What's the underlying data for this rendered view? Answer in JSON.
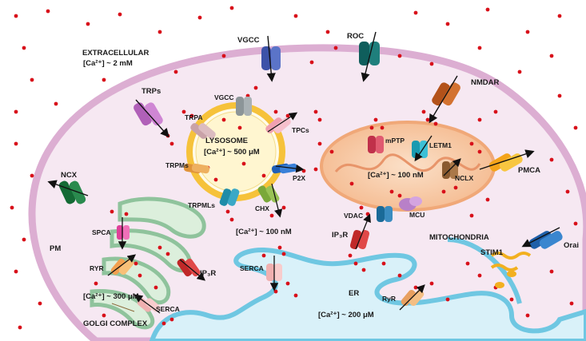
{
  "regions": {
    "extracellular_title": "EXTRACELLULAR",
    "extracellular_conc": "[Ca²⁺] ~ 2 mM",
    "pm": "PM",
    "lysosome_title": "LYSOSOME",
    "lysosome_conc": "[Ca²⁺] ~ 500 μM",
    "mito_conc": "[Ca²⁺] ~ 100 nM",
    "cyto_conc": "[Ca²⁺] ~ 100 nM",
    "mitochondria": "MITOCHONDRIA",
    "er": "ER",
    "er_conc": "[Ca²⁺] ~ 200 μM",
    "golgi_conc": "[Ca²⁺] ~ 300 μM",
    "golgi": "GOLGI COMPLEX"
  },
  "channels": {
    "vgcc_pm": "VGCC",
    "roc": "ROC",
    "nmdar": "NMDAR",
    "trps": "TRPs",
    "ncx": "NCX",
    "pmca": "PMCA",
    "orai": "Orai",
    "stim1": "STIM1",
    "vgcc_lyso": "VGCC",
    "trpa": "TRPA",
    "tpcs": "TPCs",
    "trpms": "TRPMs",
    "p2x": "P2X",
    "trpmls": "TRPMLs",
    "chx": "CHX",
    "mptp": "mPTP",
    "letm1": "LETM1",
    "nclx": "NCLX",
    "mcu": "MCU",
    "vdac": "VDAC",
    "ip3r_er": "IP₃R",
    "spca": "SPCA",
    "ryr_golgi": "RYR",
    "ip3r_golgi": "IP₃R",
    "serca_golgi": "SERCA",
    "serca_er": "SERCA",
    "ryr_er": "RyR"
  },
  "colors": {
    "cell_fill": "#f5e6f0",
    "membrane": "#d9a8cf",
    "lysosome_outer": "#f6c23a",
    "lysosome_inner": "#fff8d8",
    "mito_fill": "#f8cba5",
    "er_fill": "#d8f0f8",
    "er_stroke": "#6ec6e0",
    "golgi_fill": "#d8eed8",
    "golgi_stroke": "#8cbf9a",
    "calcium_dot": "#d8101a"
  }
}
